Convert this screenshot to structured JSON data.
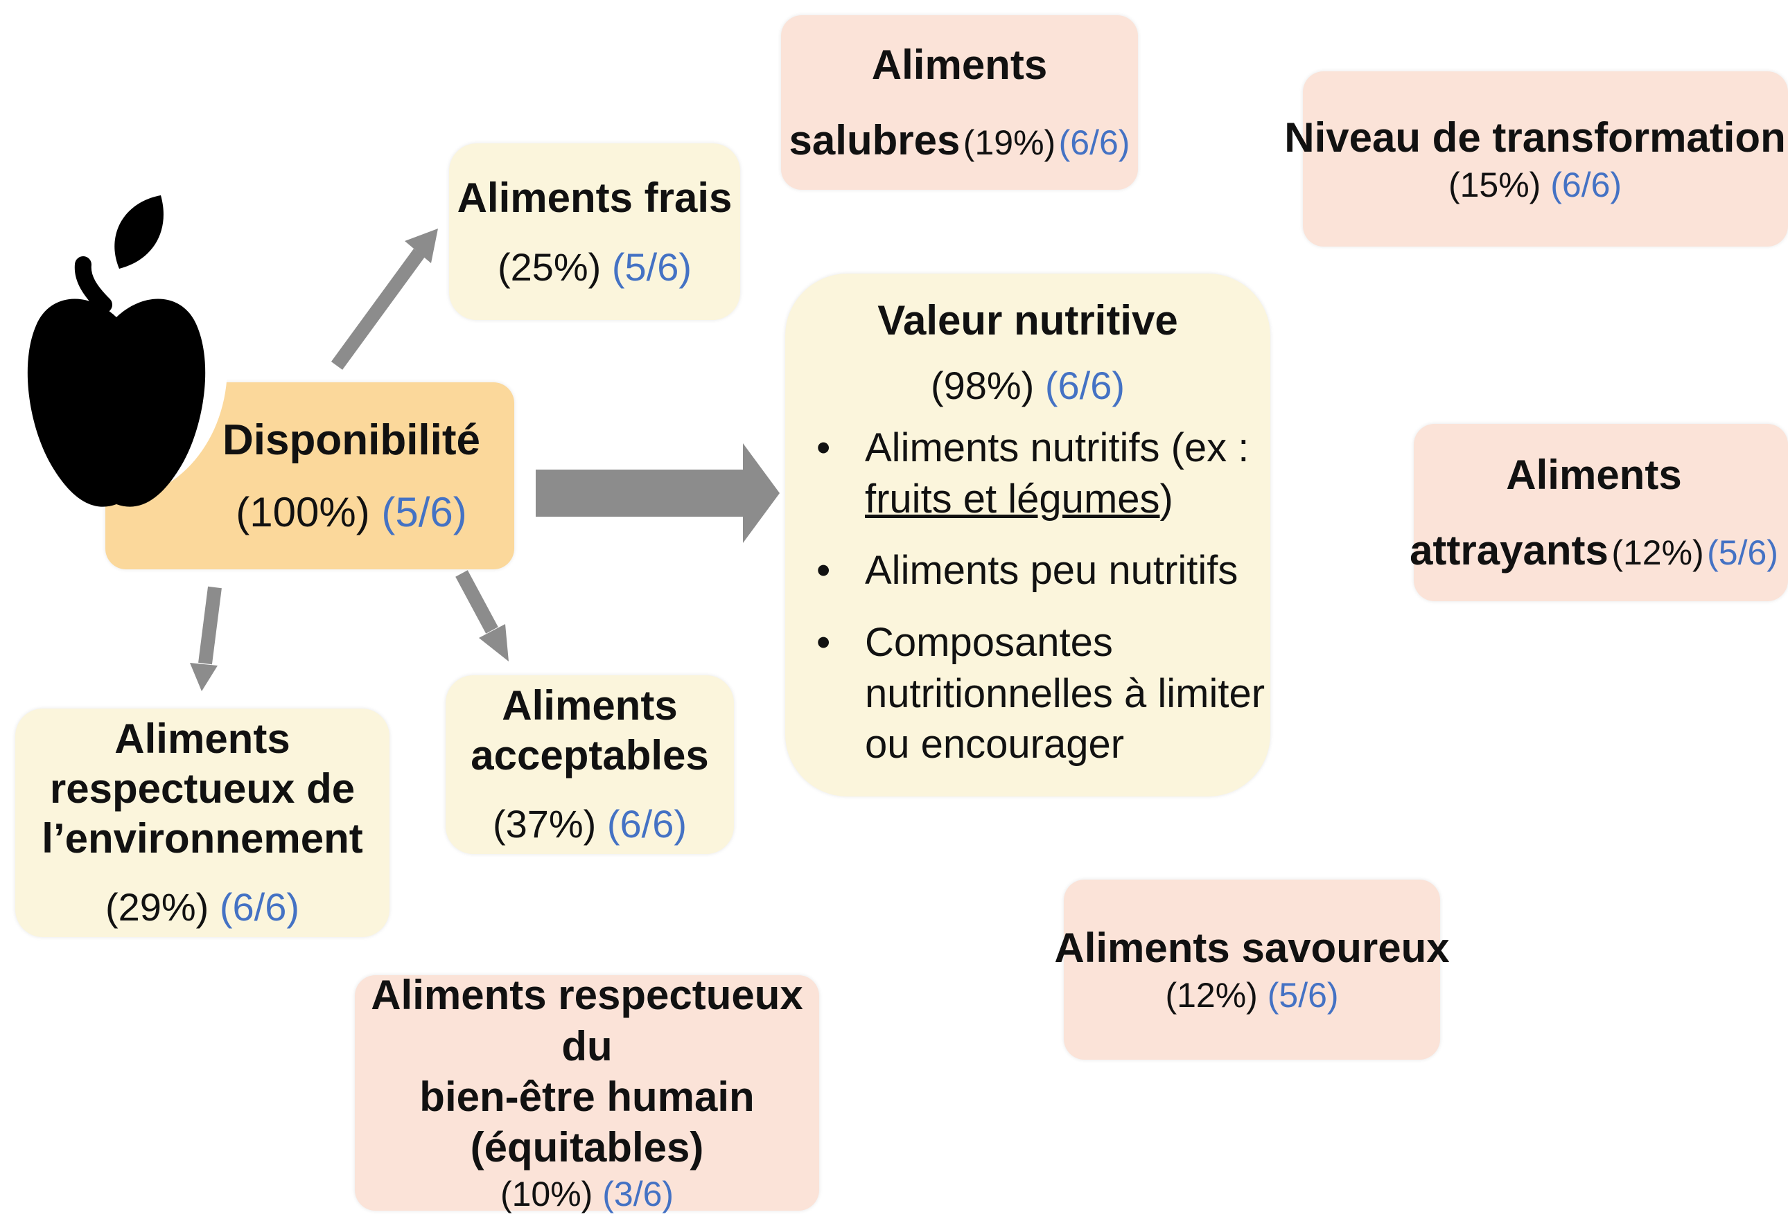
{
  "colors": {
    "cream": "#fbf5dc",
    "pink": "#fbe3d8",
    "gold": "#fbd89b",
    "ratio_blue": "#4472c4",
    "arrow_gray": "#8c8c8c",
    "apple": "#000000"
  },
  "icons": {
    "apple": "apple-icon"
  },
  "center": {
    "title": "Disponibilité",
    "pct": "(100%)",
    "ratio": "(5/6)"
  },
  "frais": {
    "title": "Aliments frais",
    "pct": "(25%)",
    "ratio": "(5/6)"
  },
  "environnement": {
    "title_lines": [
      "Aliments",
      "respectueux de",
      "l’environnement"
    ],
    "pct": "(29%)",
    "ratio": "(6/6)"
  },
  "acceptables": {
    "title_lines": [
      "Aliments",
      "acceptables"
    ],
    "pct": "(37%)",
    "ratio": "(6/6)"
  },
  "valeur": {
    "title": "Valeur nutritive",
    "pct": "(98%)",
    "ratio": "(6/6)",
    "bullet1_a": "Aliments nutritifs (ex :",
    "bullet1_link": "fruits et légumes",
    "bullet1_close": ")",
    "bullet2": "Aliments peu nutritifs",
    "bullet3_lines": [
      "Composantes",
      "nutritionnelles à limiter",
      "ou encourager"
    ]
  },
  "salubres": {
    "title_line1": "Aliments",
    "title_line2": "salubres",
    "pct": "(19%)",
    "ratio": "(6/6)"
  },
  "transformation": {
    "title": "Niveau de transformation",
    "pct": "(15%)",
    "ratio": "(6/6)"
  },
  "attrayants": {
    "title_line1": "Aliments",
    "title_line2": "attrayants",
    "pct": "(12%)",
    "ratio": "(5/6)"
  },
  "savoureux": {
    "title": "Aliments savoureux",
    "pct": "(12%)",
    "ratio": "(5/6)"
  },
  "equitables": {
    "title_lines": [
      "Aliments respectueux du",
      "bien-être humain",
      "(équitables)"
    ],
    "pct": "(10%)",
    "ratio": "(3/6)"
  }
}
